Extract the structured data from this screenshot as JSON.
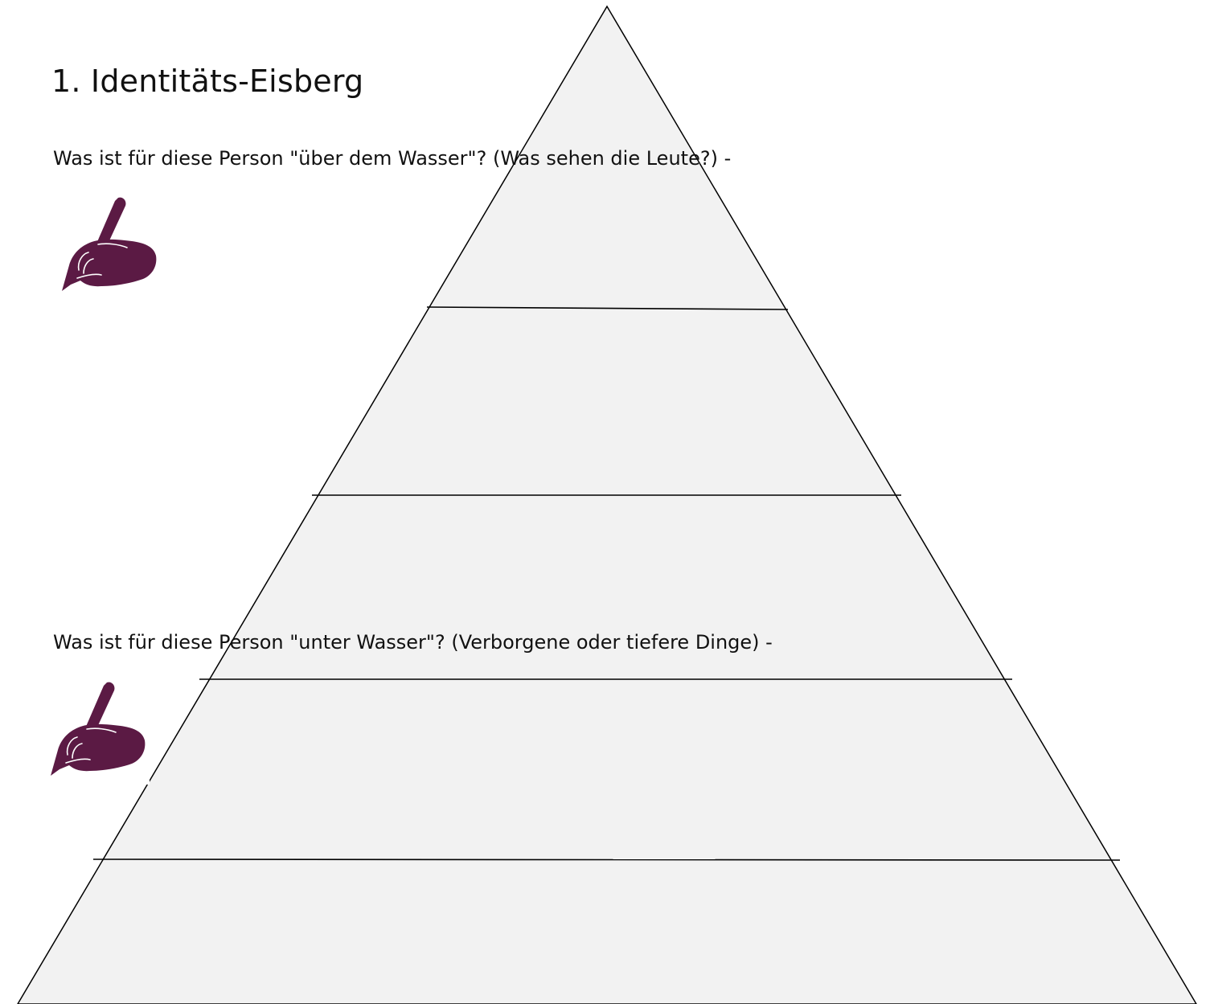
{
  "worksheet": {
    "title": "1. Identitäts-Eisberg",
    "question_above": "Was ist für diese Person \"über dem Wasser\"? (Was sehen die Leute?) -",
    "question_below": "Was ist für diese Person \"unter Wasser\"? (Verborgene oder tiefere Dinge) -"
  },
  "icons": {
    "writing": "writing-hand-icon"
  },
  "colors": {
    "pyramid_fill": "#f2f2f2",
    "pyramid_stroke": "#000000",
    "icon": "#5b1a44",
    "text": "#111111"
  }
}
